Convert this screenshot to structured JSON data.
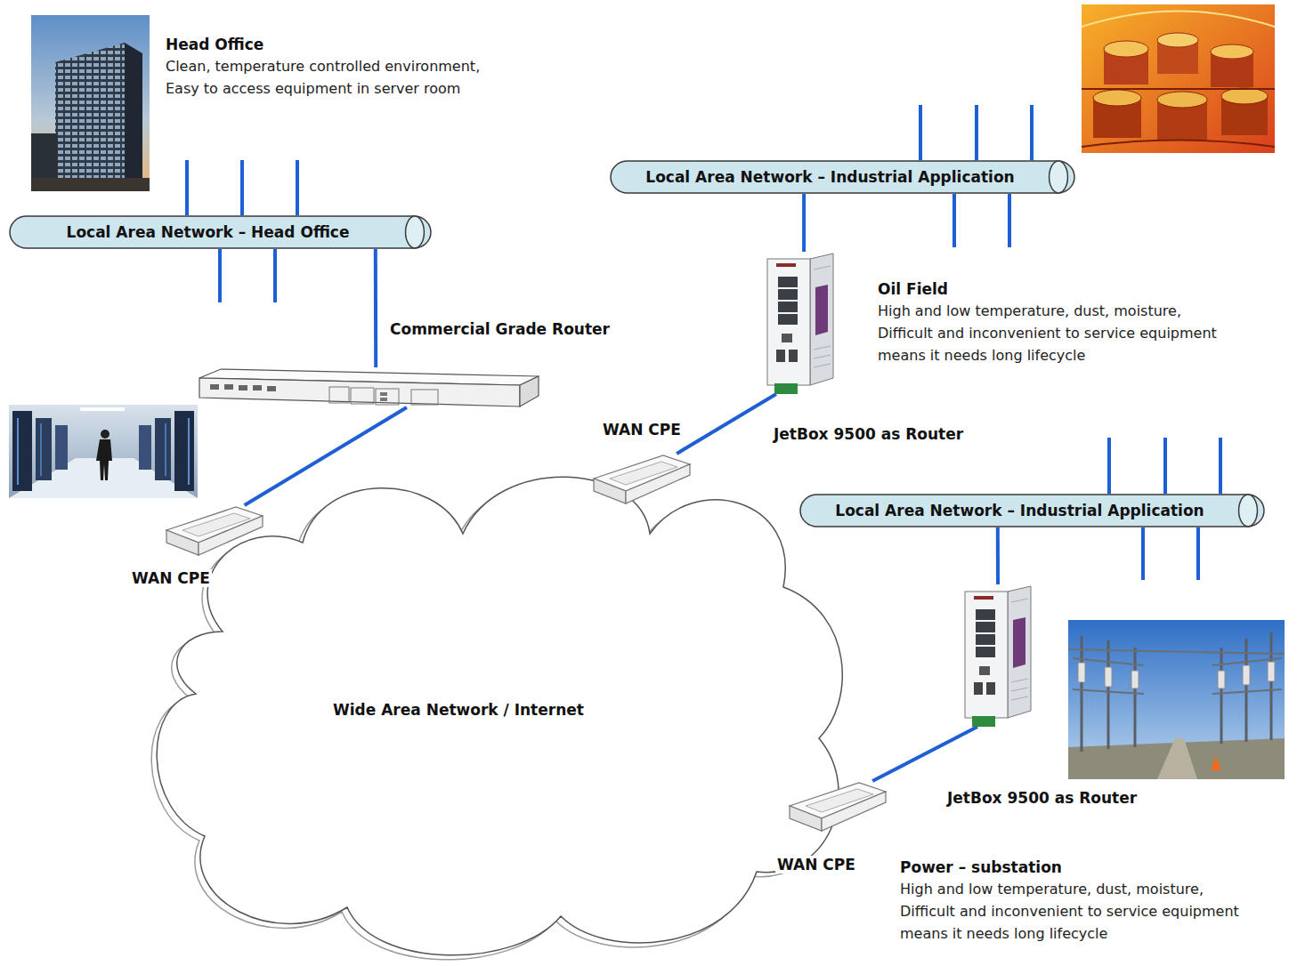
{
  "diagram": {
    "nodes": [
      {
        "text": [
          "Local Area Network – Head Office"
        ]
      },
      {
        "text": [
          "Commercial Grade Router"
        ]
      },
      {
        "text": [
          "WAN CPE"
        ]
      },
      {
        "text": [
          "Wide Area Network / Internet"
        ]
      },
      {
        "text": [
          "WAN CPE"
        ]
      },
      {
        "text": [
          "JetBox 9500 as Router"
        ]
      },
      {
        "text": [
          "Local Area Network – Industrial Application"
        ]
      },
      {
        "text": [
          "WAN CPE"
        ]
      },
      {
        "text": [
          "JetBox 9500 as Router"
        ]
      },
      {
        "text": [
          "Local Area Network – Industrial Application"
        ]
      }
    ],
    "edges": [
      {
        "from": 0,
        "to": 1,
        "arrow": "none"
      },
      {
        "from": 1,
        "to": 2,
        "arrow": "none"
      },
      {
        "from": 4,
        "to": 5,
        "arrow": "none"
      },
      {
        "from": 5,
        "to": 6,
        "arrow": "none"
      },
      {
        "from": 7,
        "to": 8,
        "arrow": "none"
      },
      {
        "from": 8,
        "to": 9,
        "arrow": "none"
      }
    ],
    "labels": [
      "Head Office",
      "Clean, temperature controlled environment, Easy to access equipment in server room",
      "Oil Field",
      "High and low temperature, dust, moisture, Difficult and inconvenient to service equipment means it needs long lifecycle",
      "Power – substation",
      "High and low temperature, dust, moisture, Difficult and inconvenient to service equipment means it needs long lifecycle"
    ]
  }
}
